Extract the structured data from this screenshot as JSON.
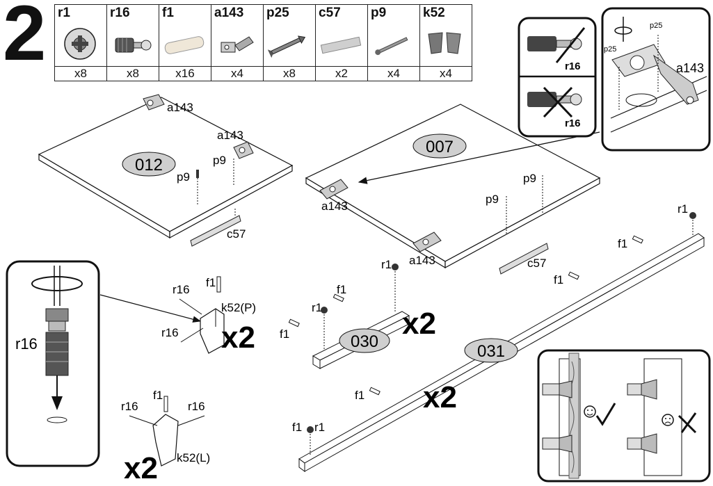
{
  "step": "2",
  "parts": [
    {
      "code": "r1",
      "qty": "x8"
    },
    {
      "code": "r16",
      "qty": "x8"
    },
    {
      "code": "f1",
      "qty": "x16"
    },
    {
      "code": "a143",
      "qty": "x4"
    },
    {
      "code": "p25",
      "qty": "x8"
    },
    {
      "code": "c57",
      "qty": "x2"
    },
    {
      "code": "p9",
      "qty": "x4"
    },
    {
      "code": "k52",
      "qty": "x4"
    }
  ],
  "panels": {
    "left_board": "012",
    "right_board": "007",
    "short_rail": "030",
    "long_rail": "031"
  },
  "multipliers": {
    "short_rail": "x2",
    "long_rail": "x2",
    "leg_right": "x2",
    "leg_left": "x2"
  },
  "labels": {
    "a143": "a143",
    "p9": "p9",
    "c57": "c57",
    "r1": "r1",
    "f1": "f1",
    "r16": "r16",
    "p25": "p25",
    "k52_p": "k52(P)",
    "k52_l": "k52(L)"
  },
  "icons": {
    "correct": "smiley-check-icon",
    "wrong": "frown-cross-icon"
  }
}
